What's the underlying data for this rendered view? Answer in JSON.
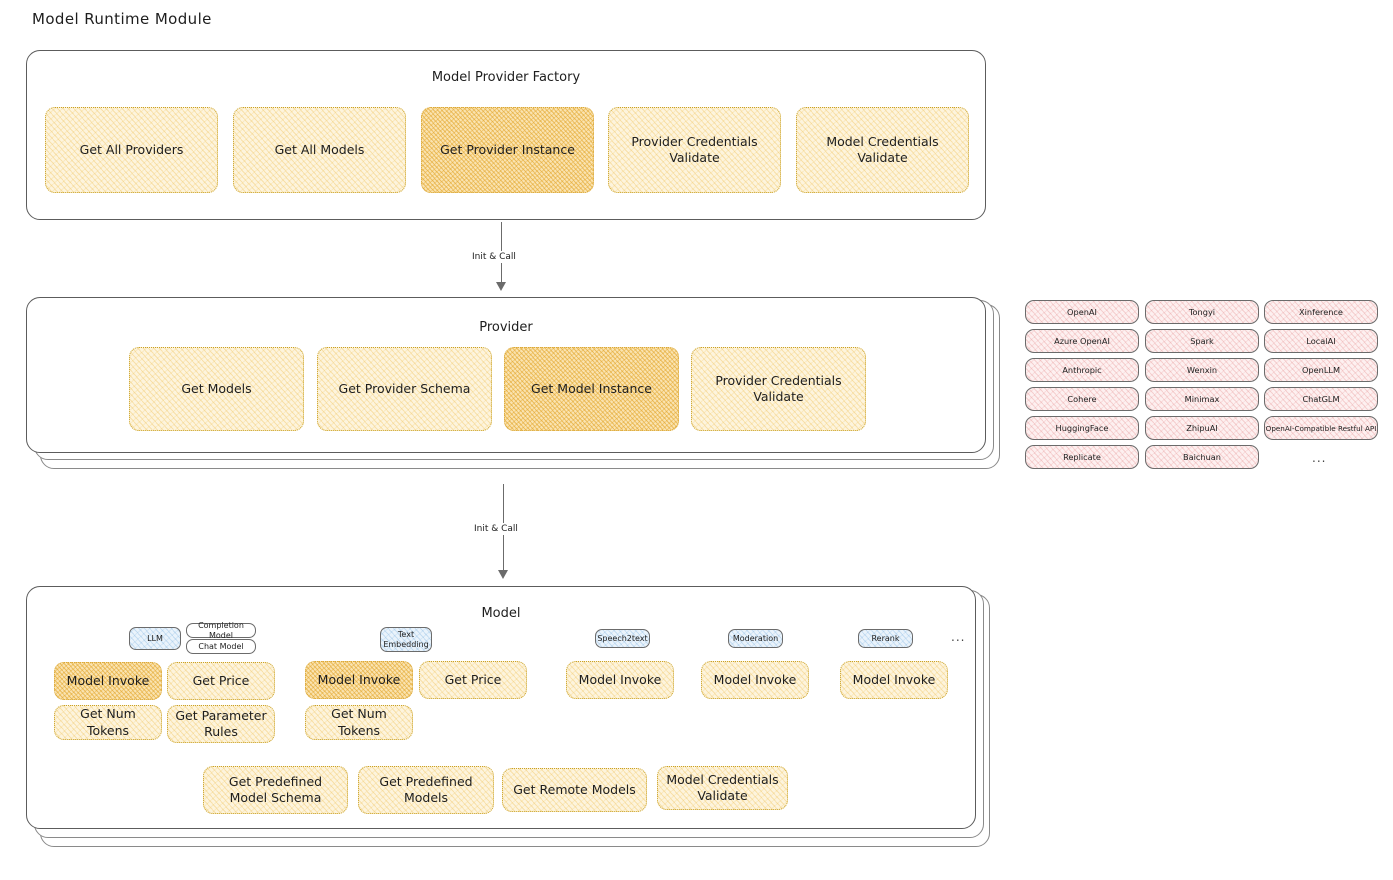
{
  "page": {
    "title": "Model Runtime Module"
  },
  "arrows": [
    {
      "label": "Init & Call"
    },
    {
      "label": "Init & Call"
    }
  ],
  "factory": {
    "title": "Model Provider Factory",
    "boxes": [
      {
        "label": "Get All Providers",
        "highlighted": false
      },
      {
        "label": "Get All Models",
        "highlighted": false
      },
      {
        "label": "Get Provider Instance",
        "highlighted": true
      },
      {
        "label": "Provider Credentials Validate",
        "highlighted": false
      },
      {
        "label": "Model Credentials Validate",
        "highlighted": false
      }
    ]
  },
  "provider": {
    "title": "Provider",
    "boxes": [
      {
        "label": "Get Models",
        "highlighted": false
      },
      {
        "label": "Get Provider Schema",
        "highlighted": false
      },
      {
        "label": "Get Model Instance",
        "highlighted": true
      },
      {
        "label": "Provider Credentials Validate",
        "highlighted": false
      }
    ]
  },
  "provider_list": {
    "ellipsis": "...",
    "columns": [
      {
        "items": [
          "OpenAI",
          "Azure OpenAI",
          "Anthropic",
          "Cohere",
          "HuggingFace",
          "Replicate"
        ]
      },
      {
        "items": [
          "Tongyi",
          "Spark",
          "Wenxin",
          "Minimax",
          "ZhipuAI",
          "Baichuan"
        ]
      },
      {
        "items": [
          "Xinference",
          "LocalAI",
          "OpenLLM",
          "ChatGLM",
          "OpenAI-Compatible Restful API"
        ]
      }
    ]
  },
  "model": {
    "title": "Model",
    "ellipsis": "...",
    "types": [
      {
        "badge": "LLM",
        "sub_badges": [
          "Completion Model",
          "Chat Model"
        ],
        "boxes": [
          {
            "label": "Model Invoke",
            "highlighted": true
          },
          {
            "label": "Get Price",
            "highlighted": false
          },
          {
            "label": "Get Num Tokens",
            "highlighted": false
          },
          {
            "label": "Get Parameter Rules",
            "highlighted": false
          }
        ]
      },
      {
        "badge": "Text Embedding",
        "sub_badges": [],
        "boxes": [
          {
            "label": "Model Invoke",
            "highlighted": true
          },
          {
            "label": "Get Price",
            "highlighted": false
          },
          {
            "label": "Get Num Tokens",
            "highlighted": false
          }
        ]
      },
      {
        "badge": "Speech2text",
        "sub_badges": [],
        "boxes": [
          {
            "label": "Model Invoke",
            "highlighted": false
          }
        ]
      },
      {
        "badge": "Moderation",
        "sub_badges": [],
        "boxes": [
          {
            "label": "Model Invoke",
            "highlighted": false
          }
        ]
      },
      {
        "badge": "Rerank",
        "sub_badges": [],
        "boxes": [
          {
            "label": "Model Invoke",
            "highlighted": false
          }
        ]
      }
    ],
    "common_boxes": [
      {
        "label": "Get Predefined Model Schema"
      },
      {
        "label": "Get Predefined Models"
      },
      {
        "label": "Get Remote Models"
      },
      {
        "label": "Model Credentials Validate"
      }
    ]
  },
  "colors": {
    "box_fill": "#fdf4dd",
    "box_fill_highlight": "#fae3b0",
    "chip_fill": "#fdf0f0",
    "badge_fill": "#eaf3fb",
    "stroke": "#5c5c5c",
    "text": "#1e1e1e"
  }
}
